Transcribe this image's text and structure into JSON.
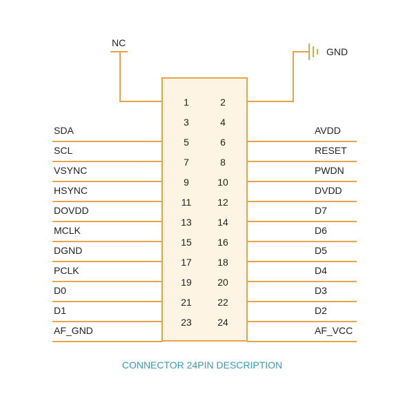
{
  "colors": {
    "line": "#e8a24a",
    "box_fill": "#fef4e4",
    "text": "#222222",
    "caption": "#3a9bb0"
  },
  "nc_label": "NC",
  "gnd_label": "GND",
  "gnd_symbol": "ground-icon",
  "rows": [
    {
      "left_num": "1",
      "right_num": "2",
      "left_label": "",
      "right_label": ""
    },
    {
      "left_num": "3",
      "right_num": "4",
      "left_label": "SDA",
      "right_label": "AVDD"
    },
    {
      "left_num": "5",
      "right_num": "6",
      "left_label": "SCL",
      "right_label": "RESET"
    },
    {
      "left_num": "7",
      "right_num": "8",
      "left_label": "VSYNC",
      "right_label": "PWDN"
    },
    {
      "left_num": "9",
      "right_num": "10",
      "left_label": "HSYNC",
      "right_label": "DVDD"
    },
    {
      "left_num": "11",
      "right_num": "12",
      "left_label": "DOVDD",
      "right_label": "D7"
    },
    {
      "left_num": "13",
      "right_num": "14",
      "left_label": "MCLK",
      "right_label": "D6"
    },
    {
      "left_num": "15",
      "right_num": "16",
      "left_label": "DGND",
      "right_label": "D5"
    },
    {
      "left_num": "17",
      "right_num": "18",
      "left_label": "PCLK",
      "right_label": "D4"
    },
    {
      "left_num": "19",
      "right_num": "20",
      "left_label": "D0",
      "right_label": "D3"
    },
    {
      "left_num": "21",
      "right_num": "22",
      "left_label": "D1",
      "right_label": "D2"
    },
    {
      "left_num": "23",
      "right_num": "24",
      "left_label": "AF_GND",
      "right_label": "AF_VCC"
    }
  ],
  "caption": "CONNECTOR 24PIN DESCRIPTION"
}
